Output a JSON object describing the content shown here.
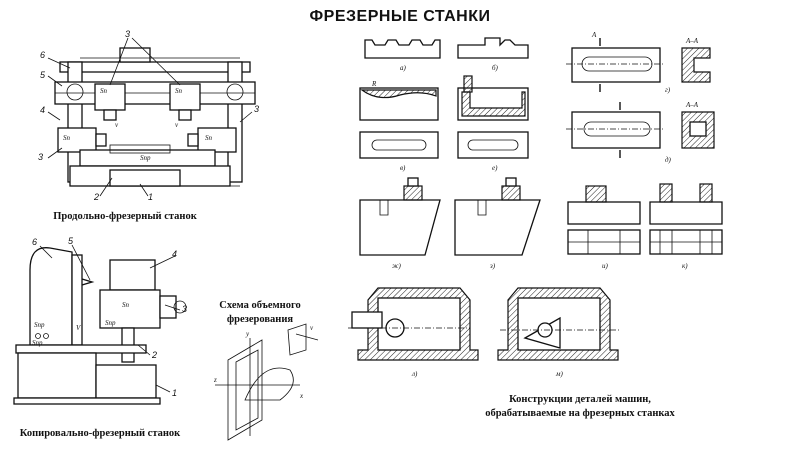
{
  "page_title": "ФРЕЗЕРНЫЕ СТАНКИ",
  "captions": {
    "longitudinal": "Продольно-фрезерный станок",
    "copy": "Копировально-фрезерный станок",
    "volume_line1": "Схема объемного",
    "volume_line2": "фрезерования",
    "parts_line1": "Конструкции деталей машин,",
    "parts_line2": "обрабатываемые на фрезерных станках"
  },
  "part_letters": [
    "а)",
    "б)",
    "в)",
    "г)",
    "д)",
    "е)",
    "ж)",
    "з)",
    "и)",
    "к)",
    "л)",
    "м)"
  ],
  "section_labels": [
    "A",
    "A–A"
  ],
  "machine1_numbers": [
    "3",
    "6",
    "5",
    "4",
    "3",
    "3",
    "2",
    "1"
  ],
  "machine2_numbers": [
    "6",
    "5",
    "4",
    "3",
    "2",
    "1"
  ]
}
